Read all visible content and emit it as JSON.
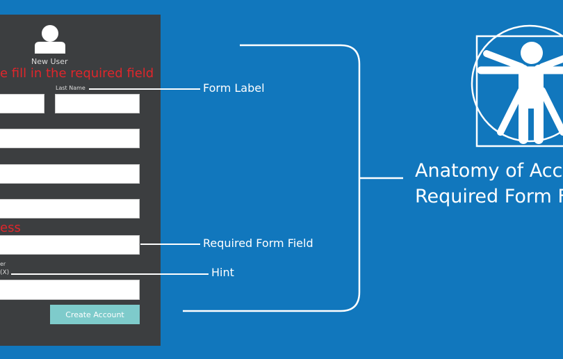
{
  "form": {
    "header": "New User",
    "error_message": "e fill in the required field",
    "last_name_label": "Last Name",
    "email_label_fragment": "ess",
    "hint_label_line1": "er",
    "hint_label_line2": "(X)",
    "submit_label": "Create Account"
  },
  "annotations": {
    "form_label": "Form Label",
    "required_field": "Required Form Field",
    "hint": "Hint"
  },
  "title": {
    "line1": "Anatomy of Acce",
    "line2": "Required Form Fi"
  },
  "icons": [
    "user-avatar-icon",
    "vitruvian-accessibility-icon"
  ],
  "colors": {
    "background": "#1177bd",
    "panel": "#3c3e40",
    "error": "#e0262b",
    "button": "#7ecbcb"
  }
}
